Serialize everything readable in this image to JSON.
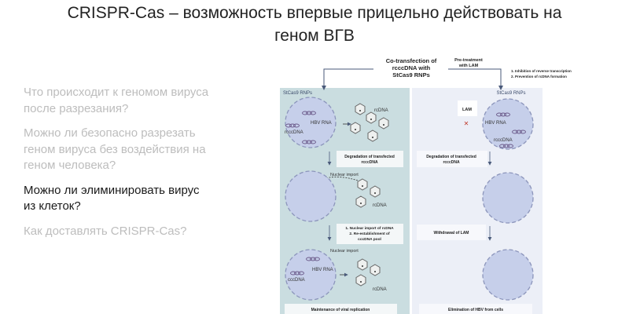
{
  "slide": {
    "title_line1": "CRISPR-Cas – возможность впервые прицельно действовать на",
    "title_line2": "геном ВГВ",
    "bullets": [
      {
        "line1": "Что происходит к геномом вируса",
        "line2": "после разрезания?",
        "active": false
      },
      {
        "line1": "Можно ли безопасно разрезать",
        "line2": "геном вируса без воздействия на",
        "line3": "геном человека?",
        "active": false
      },
      {
        "line1": "Можно ли элиминировать вирус",
        "line2": "из клеток?",
        "active": true
      },
      {
        "line1": "Как доставлять CRISPR-Cas?",
        "active": false
      }
    ]
  },
  "diagram": {
    "cotransfection": [
      "Co-transfection of",
      "rcccDNA with",
      "StCas9 RNPs"
    ],
    "pretreatment": [
      "Pre-treatment",
      "with LAM"
    ],
    "lam_effects": [
      "1. Inhibition of reverse transcription",
      "2. Prevention of rcDNA formation"
    ],
    "left": {
      "stcas9": "StCas9 RNPs",
      "hbv_rna": "HBV RNA",
      "rcccdna": "rcccDNA",
      "rcdna": "rcDNA",
      "step1": [
        "Degradation of transfected",
        "rcccDNA"
      ],
      "nuclear_import": "Nuclear import",
      "step2": [
        "1. Nuclear import of rcDNA",
        "2. Re-establishment of",
        "cccDNA pool"
      ],
      "cccdna": "cccDNA",
      "outcome": "Maintenance of viral replication"
    },
    "right": {
      "stcas9": "StCas9 RNPs",
      "lam": "LAM",
      "hbv_rna": "HBV RNA",
      "rcccdna": "rcccDNA",
      "step1": [
        "Degradation of transfected",
        "rcccDNA"
      ],
      "step2": "Withdrawal of LAM",
      "outcome": "Elimination of HBV from cells"
    },
    "colors": {
      "left_panel": "#cadde0",
      "right_panel": "#eceff7",
      "nucleus": "#c6cfea",
      "nucleus_border": "#8c95bb"
    }
  }
}
